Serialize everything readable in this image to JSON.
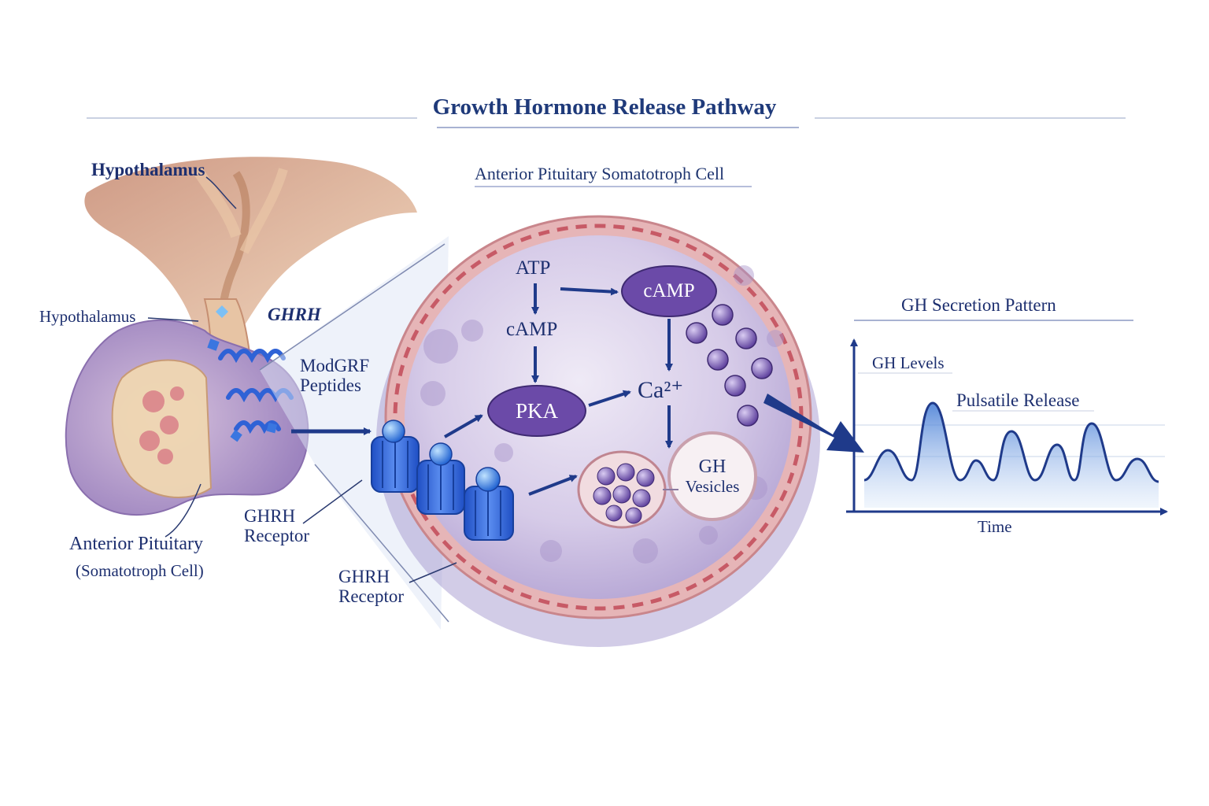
{
  "title": "Growth Hormone Release Pathway",
  "cell_panel": {
    "title": "Anterior Pituitary Somatotroph Cell"
  },
  "anatomy": {
    "hypothalamus_top": "Hypothalamus",
    "hypothalamus_side": "Hypothalamus",
    "ghrh": "GHRH",
    "modgrf_line1": "ModGRF",
    "modgrf_line2": "Peptides",
    "anterior_pituitary": "Anterior Pituitary",
    "somatotroph_cell": "(Somatotroph Cell)"
  },
  "receptor_labels": [
    {
      "line1": "GHRH",
      "line2": "Receptor"
    },
    {
      "line1": "GHRH",
      "line2": "Receptor"
    }
  ],
  "pathway": {
    "atp": "ATP",
    "camp_left": "cAMP",
    "camp_pill": "cAMP",
    "pka": "PKA",
    "calcium": "Ca²⁺",
    "vesicles_line1": "GH",
    "vesicles_line2": "Vesicles"
  },
  "secretion_chart": {
    "title": "GH Secretion Pattern",
    "ylabel": "GH Levels",
    "annotation": "Pulsatile Release",
    "xlabel": "Time"
  },
  "colors": {
    "navy": "#1d2f6f",
    "receptor_blue": "#2f62d6",
    "pill_purple": "#6b4aa8",
    "cell_lavender": "#c8bde0",
    "membrane_pink": "#e8b8ba",
    "tissue_purple": "#b79ac8",
    "wave_blue": "#4f86d8"
  }
}
